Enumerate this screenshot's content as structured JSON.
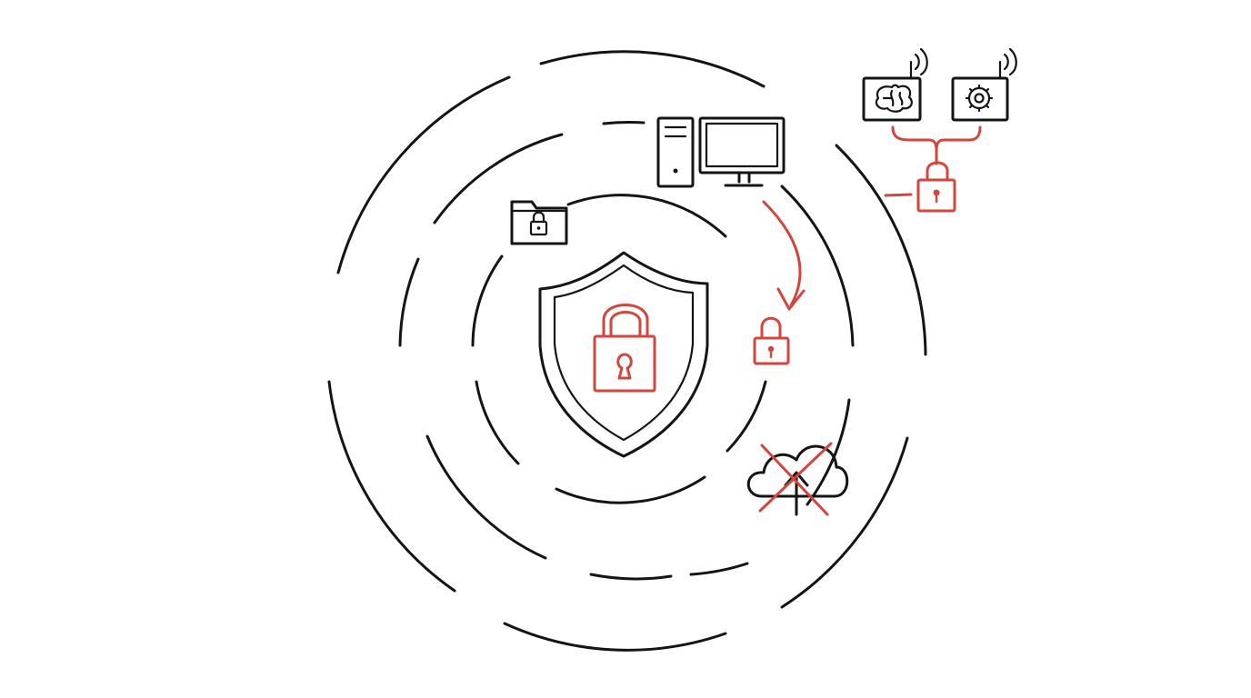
{
  "colors": {
    "ink": "#141414",
    "accent": "#d2463c",
    "background": "#ffffff"
  },
  "rings": [
    {
      "name": "outer-ring",
      "style": "mostly-solid"
    },
    {
      "name": "middle-ring",
      "style": "dashed"
    },
    {
      "name": "inner-ring",
      "style": "dashed"
    }
  ],
  "icons": {
    "center": "shield-with-padlock",
    "folder": "locked-folder",
    "workstation": "desktop-computer-and-tower",
    "arrow": "curved-arrow-to-padlock",
    "ring_lock": "padlock",
    "cloud": "cloud-upload-blocked",
    "iot_devices": [
      "brain-device",
      "gear-device"
    ],
    "iot_lock": "padlock"
  }
}
